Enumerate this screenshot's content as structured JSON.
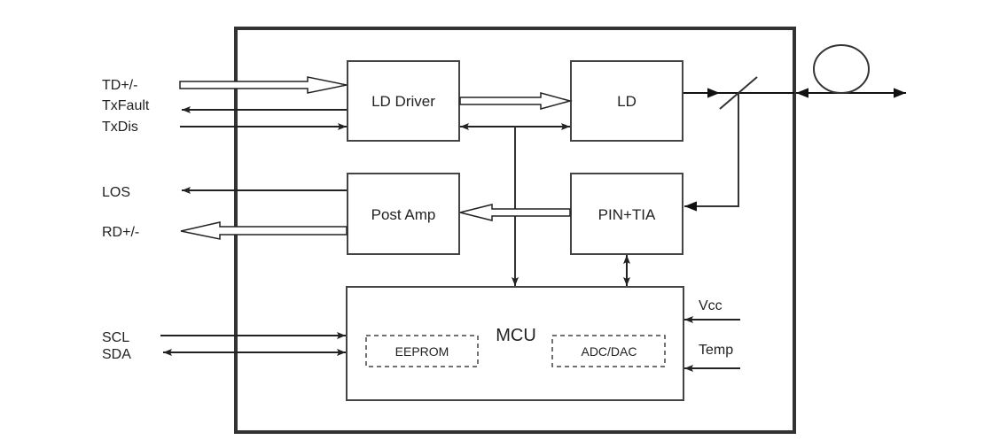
{
  "diagram": {
    "title": "Optical transceiver block diagram",
    "colors": {
      "line": "#222222",
      "frame": "#333333",
      "background": "#ffffff"
    },
    "blocks": {
      "ld_driver": "LD Driver",
      "ld": "LD",
      "post_amp": "Post Amp",
      "pin_tia": "PIN+TIA",
      "mcu": "MCU",
      "eeprom": "EEPROM",
      "adc_dac": "ADC/DAC"
    },
    "signals": {
      "td": "TD+/-",
      "txfault": "TxFault",
      "txdis": "TxDis",
      "los": "LOS",
      "rd": "RD+/-",
      "scl": "SCL",
      "sda": "SDA",
      "vcc": "Vcc",
      "temp": "Temp"
    },
    "connections": [
      {
        "from": "TD+/-",
        "to": "LD Driver",
        "type": "bus"
      },
      {
        "from": "LD Driver",
        "to": "TxFault",
        "type": "signal"
      },
      {
        "from": "TxDis",
        "to": "LD Driver",
        "type": "signal"
      },
      {
        "from": "LD Driver",
        "to": "LD",
        "type": "bus"
      },
      {
        "from": "LD Driver",
        "to": "LD",
        "type": "bidirectional"
      },
      {
        "from": "LD",
        "to": "fiber",
        "type": "optical"
      },
      {
        "from": "fiber",
        "to": "PIN+TIA",
        "type": "optical"
      },
      {
        "from": "PIN+TIA",
        "to": "Post Amp",
        "type": "bus"
      },
      {
        "from": "Post Amp",
        "to": "LOS",
        "type": "signal"
      },
      {
        "from": "Post Amp",
        "to": "RD+/-",
        "type": "bus"
      },
      {
        "from": "LD Driver/LD link",
        "to": "MCU",
        "type": "signal"
      },
      {
        "from": "PIN+TIA",
        "to": "MCU",
        "type": "bidirectional"
      },
      {
        "from": "SCL",
        "to": "MCU",
        "type": "signal"
      },
      {
        "from": "SDA",
        "to": "MCU",
        "type": "bidirectional"
      },
      {
        "from": "Vcc",
        "to": "MCU",
        "type": "signal"
      },
      {
        "from": "Temp",
        "to": "MCU",
        "type": "signal"
      }
    ]
  }
}
